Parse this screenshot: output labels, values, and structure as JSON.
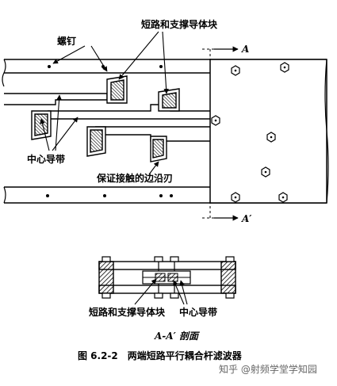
{
  "labels": {
    "screw": "螺钉",
    "short_support_top": "短路和支撑导体块",
    "center_conductor_left": "中心导带",
    "edge_guarantee": "保证接触的边沿刃",
    "section_A_top": "A",
    "section_A_bottom": "A′",
    "short_support_bottom": "短路和支撑导体块",
    "center_conductor_bottom": "中心导带",
    "section_name": "A-A′ 剖面",
    "figure_caption": "图 6.2-2　两端短路平行耦合杆滤波器",
    "watermark": "知乎 @射频学堂学知园"
  }
}
